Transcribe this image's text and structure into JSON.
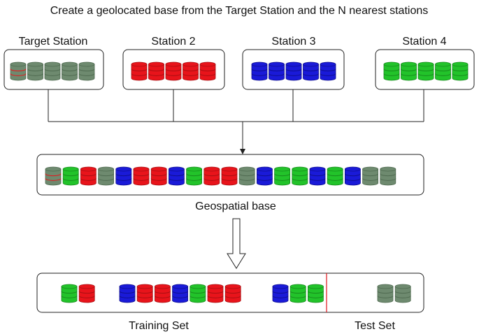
{
  "title": "Create a geolocated base from the Target Station and the N nearest stations",
  "colors": {
    "gray": "#6e8a6f",
    "gray_dark": "#4f6a50",
    "red": "#e8141b",
    "red_dark": "#a80f12",
    "blue": "#1a1ad8",
    "blue_dark": "#0f0f8f",
    "green": "#22c32a",
    "green_dark": "#178a1c",
    "split_line": "#e0141b"
  },
  "stations": [
    {
      "label": "Target Station",
      "cylinders": [
        "target",
        "gray",
        "gray",
        "gray",
        "gray"
      ]
    },
    {
      "label": "Station 2",
      "cylinders": [
        "red",
        "red",
        "red",
        "red",
        "red"
      ]
    },
    {
      "label": "Station 3",
      "cylinders": [
        "blue",
        "blue",
        "blue",
        "blue",
        "blue"
      ]
    },
    {
      "label": "Station 4",
      "cylinders": [
        "green",
        "green",
        "green",
        "green",
        "green"
      ]
    }
  ],
  "geospatial": {
    "label": "Geospatial base",
    "cylinders": [
      "target",
      "green",
      "red",
      "gray",
      "blue",
      "red",
      "red",
      "blue",
      "green",
      "red",
      "red",
      "gray",
      "blue",
      "green",
      "green",
      "blue",
      "green",
      "blue",
      "gray",
      "gray"
    ]
  },
  "split": {
    "training_label": "Training Set",
    "test_label": "Test Set",
    "training_groups": [
      [
        "green",
        "red"
      ],
      [
        "blue",
        "red",
        "red",
        "blue",
        "green",
        "red",
        "red"
      ],
      [
        "blue",
        "green",
        "green"
      ]
    ],
    "test_cylinders": [
      "gray",
      "gray"
    ]
  }
}
